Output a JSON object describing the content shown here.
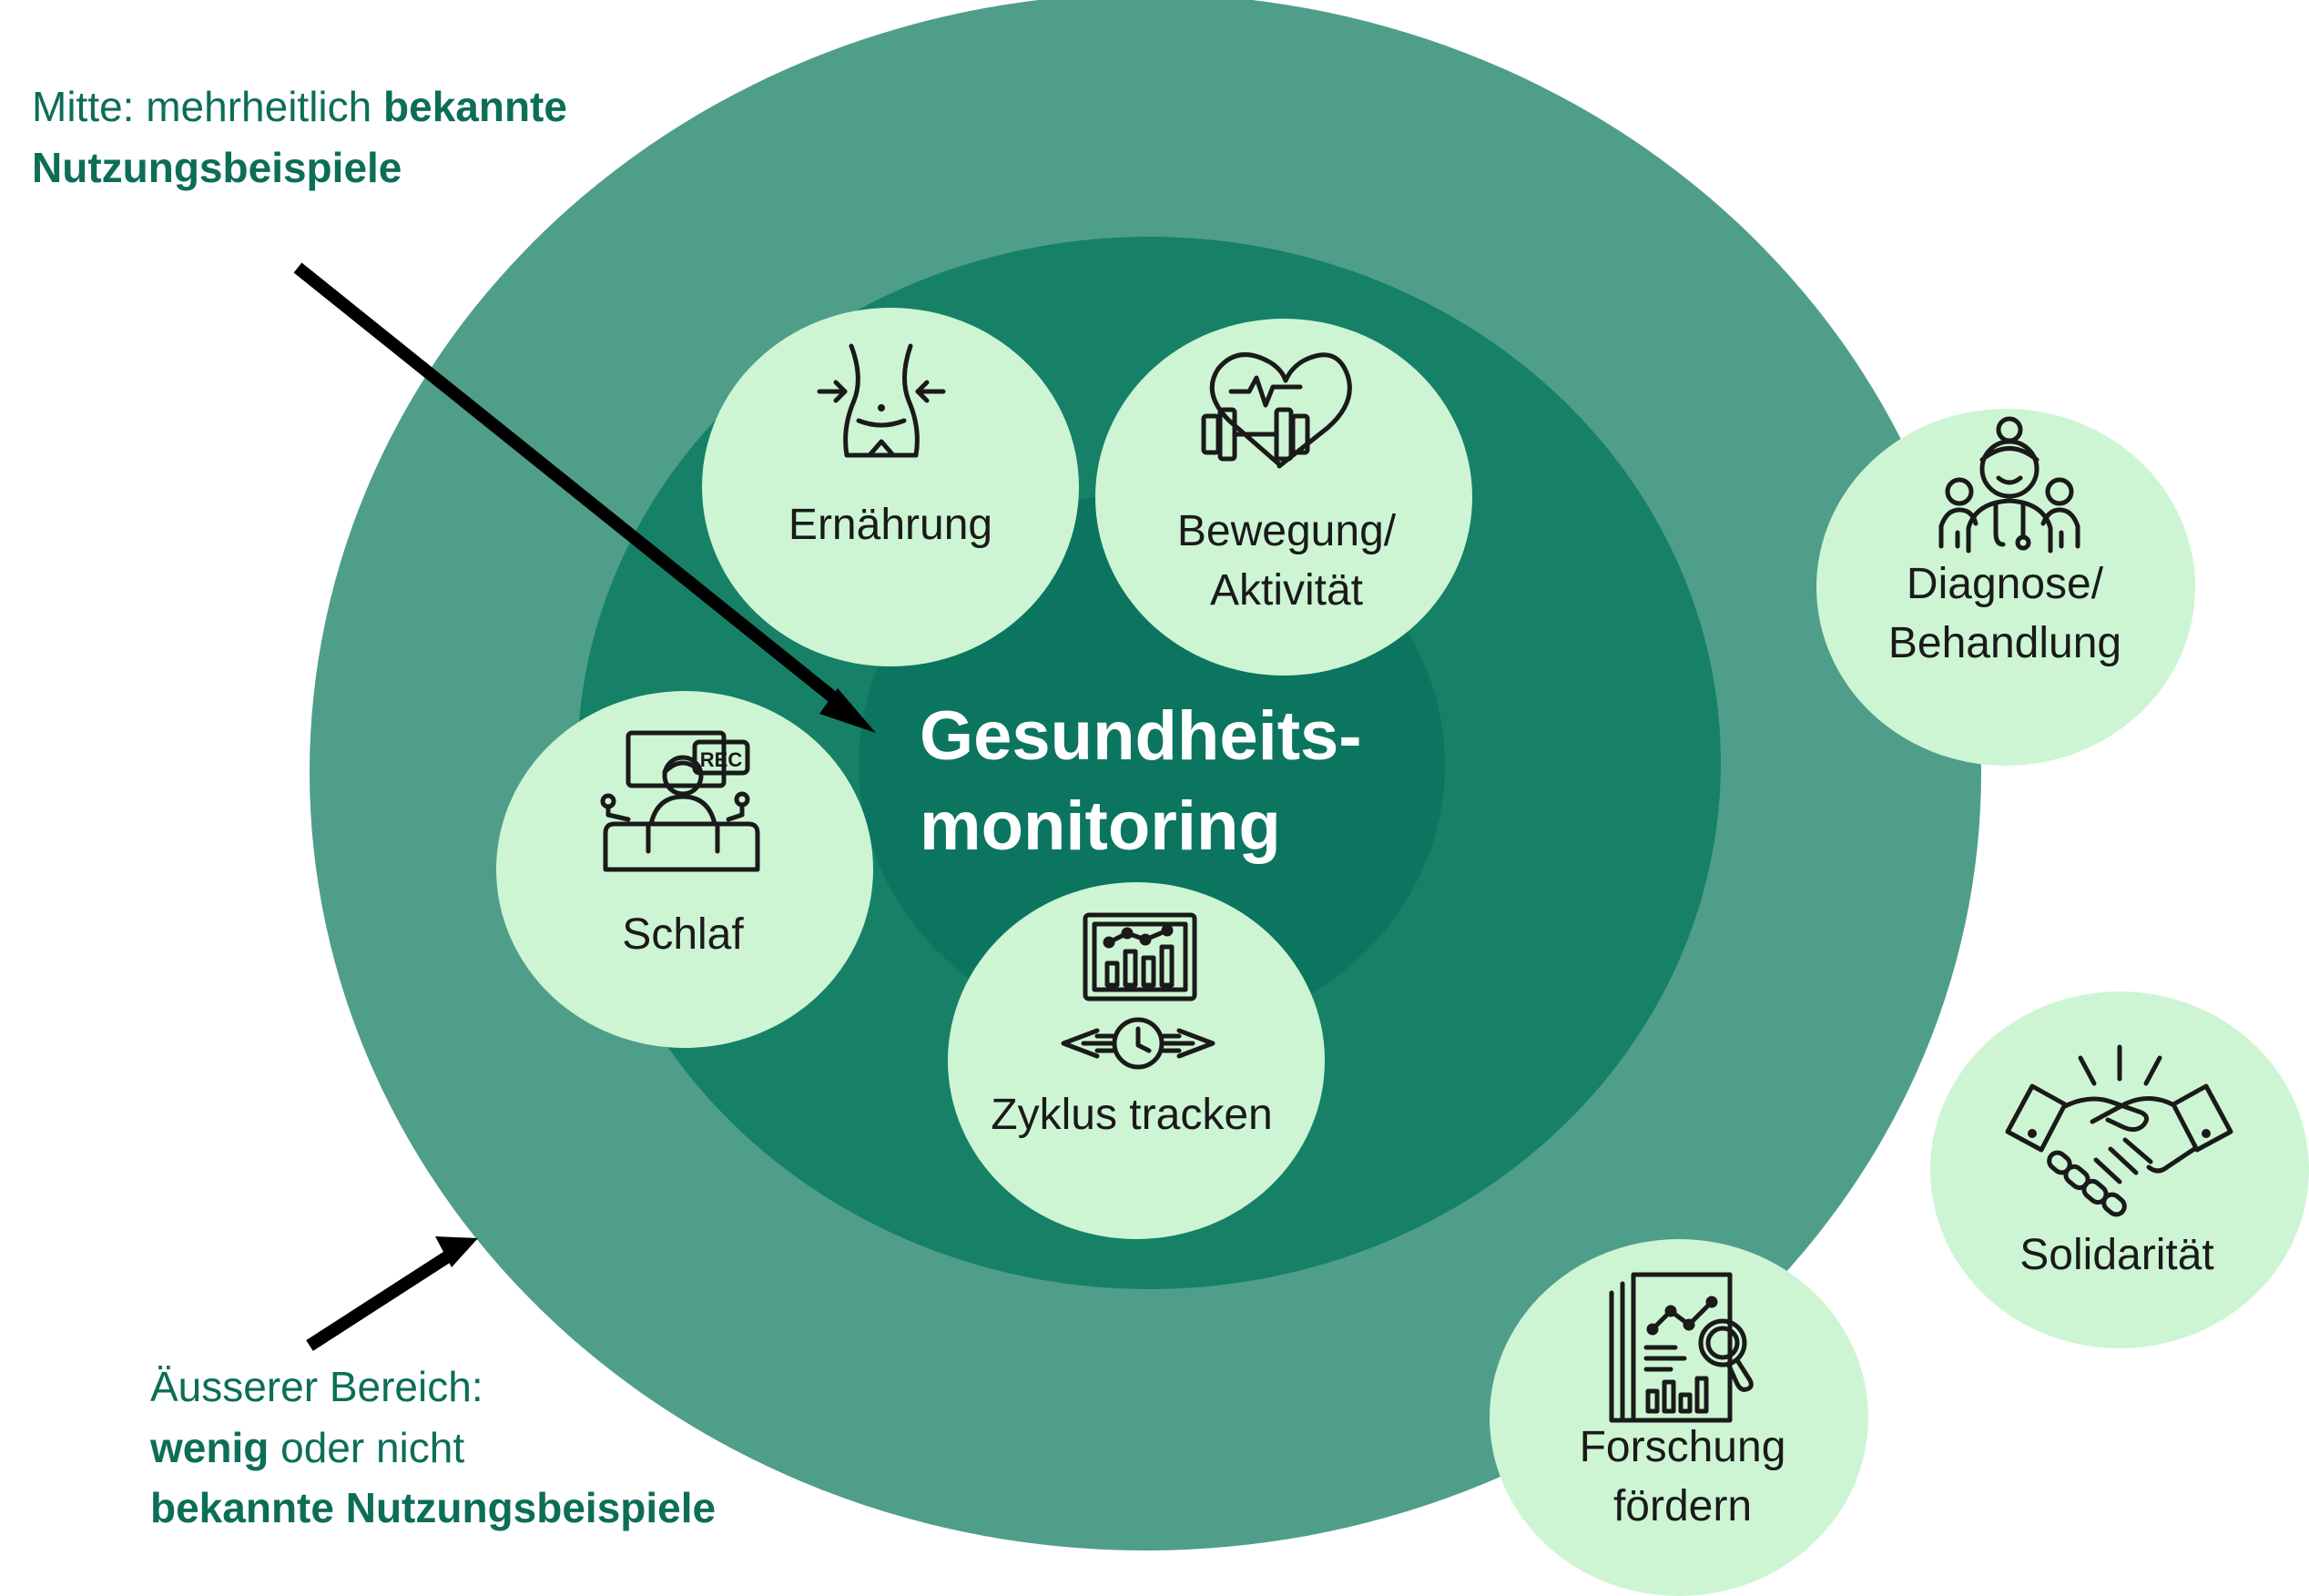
{
  "center": {
    "line1": "Gesundheits-",
    "line2": "monitoring"
  },
  "annotations": {
    "middle": {
      "prefix": "Mitte: mehrheitlich ",
      "bold1": "bekannte",
      "bold2": "Nutzungsbeispiele"
    },
    "outer": {
      "line1": "Äusserer Bereich:",
      "bold1": "wenig",
      "rest1": " oder nicht",
      "bold2": "bekannte Nutzungsbeispiele"
    }
  },
  "bubbles": {
    "ernaehrung": {
      "label": "Ernährung",
      "icon": "waist-measure-icon"
    },
    "bewegung": {
      "line1": "Bewegung/",
      "line2": "Aktivität",
      "icon": "heart-dumbbell-icon"
    },
    "schlaf": {
      "label": "Schlaf",
      "icon": "sleep-recording-icon"
    },
    "zyklus": {
      "label": "Zyklus tracken",
      "icon": "chart-clock-icon"
    },
    "diagnose": {
      "line1": "Diagnose/",
      "line2": "Behandlung",
      "icon": "doctor-patients-icon"
    },
    "solidaritaet": {
      "label": "Solidarität",
      "icon": "handshake-icon"
    },
    "forschung": {
      "line1": "Forschung",
      "line2": "fördern",
      "icon": "research-report-icon"
    }
  },
  "colors": {
    "outer_ring": "#4f9e8a",
    "middle_ring": "#168167",
    "inner_ring": "#0b7560",
    "bubble": "#cdf5d3",
    "annotation_text": "#0c6e57"
  }
}
